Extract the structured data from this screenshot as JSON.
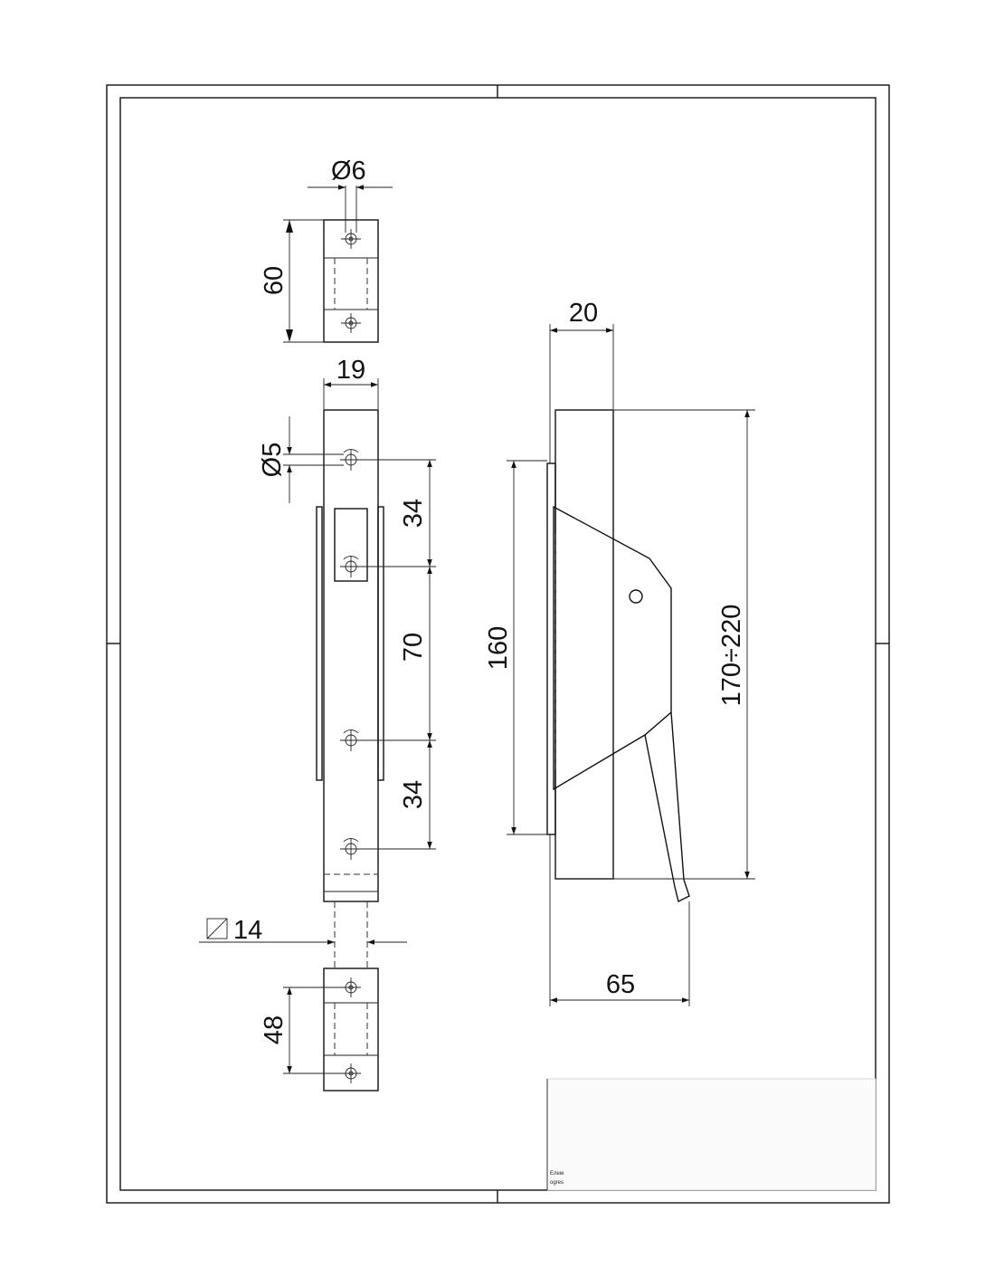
{
  "dimensions": {
    "dia_6": "Ø6",
    "len_60": "60",
    "width_19": "19",
    "dia_5": "Ø5",
    "pitch_34_top": "34",
    "pitch_70": "70",
    "pitch_34_bottom": "34",
    "square_14": "14",
    "len_48": "48",
    "depth_20": "20",
    "len_160": "160",
    "range_170_220": "170÷220",
    "reach_65": "65"
  },
  "title_block": {
    "line1": "Елем",
    "line2": "ogres"
  }
}
